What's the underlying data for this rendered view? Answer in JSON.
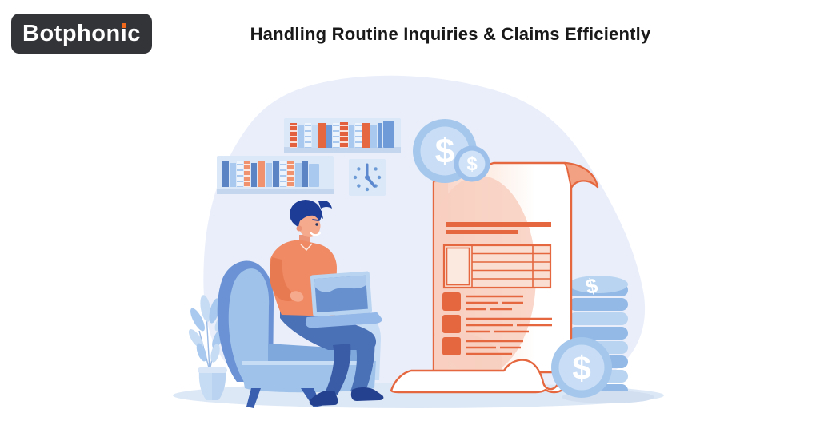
{
  "header": {
    "logo": {
      "prefix": "Botphon",
      "i": "i",
      "suffix": "c"
    },
    "title": "Handling Routine Inquiries & Claims Efficiently"
  },
  "illustration": {
    "coin_symbol": "$",
    "elements": [
      "bookshelves",
      "wall-clock",
      "dollar-coins",
      "invoice-scroll",
      "coin-stack",
      "man-working-on-laptop",
      "armchair",
      "potted-plant"
    ]
  },
  "colors": {
    "logo-bg": "#333438",
    "logo-text": "#ffffff",
    "orange-dot": "#f26a1b",
    "title": "#191919",
    "orange": "#e4673f",
    "salmon": "#f0926e",
    "pink": "#f8cfc0",
    "pink-light": "#fbe3d8",
    "shirt": "#ef8a64",
    "shirt-dark": "#e87a52",
    "skin": "#f5a98d",
    "skin-dark": "#eb9478",
    "hair": "#1d3c95",
    "navy": "#24418f",
    "jeans": "#4a70b6",
    "jeans-dark": "#3a5ba5",
    "blue1": "#dbe8f7",
    "blue2": "#c6dcf4",
    "blue3": "#a9c9ee",
    "blue4": "#8fb6e6",
    "blue5": "#6f9bd8",
    "blue6": "#5b84c4",
    "chair": "#9fc2ea",
    "chair-dark": "#6a92d4",
    "chair-light": "#c7dcf5",
    "coin-ring": "#a5c7ec",
    "coin-face": "#c9def6",
    "stack": "#93b9e6",
    "stack-light": "#b9d4f0",
    "blob": "#e9eefa",
    "shadow": "#dde8f6",
    "white": "#ffffff"
  }
}
